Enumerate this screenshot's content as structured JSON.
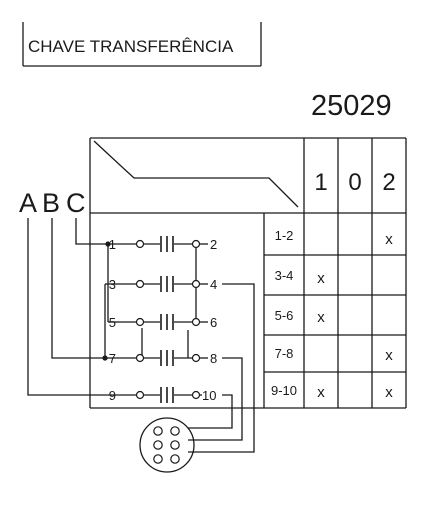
{
  "title_box": {
    "text": "CHAVE TRANSFERÊNCIA"
  },
  "model_number": "25029",
  "phase_labels": [
    "A",
    "B",
    "C"
  ],
  "positions": [
    "1",
    "0",
    "2"
  ],
  "contact_table": [
    {
      "pair": "1-2",
      "marks": [
        "",
        "",
        "x"
      ]
    },
    {
      "pair": "3-4",
      "marks": [
        "x",
        "",
        ""
      ]
    },
    {
      "pair": "5-6",
      "marks": [
        "x",
        "",
        ""
      ]
    },
    {
      "pair": "7-8",
      "marks": [
        "",
        "",
        "x"
      ]
    },
    {
      "pair": "9-10",
      "marks": [
        "x",
        "",
        "x"
      ]
    }
  ],
  "terminals": [
    {
      "left": "1",
      "right": "2"
    },
    {
      "left": "3",
      "right": "4"
    },
    {
      "left": "5",
      "right": "6"
    },
    {
      "left": "7",
      "right": "8"
    },
    {
      "left": "9",
      "right": "10"
    }
  ]
}
